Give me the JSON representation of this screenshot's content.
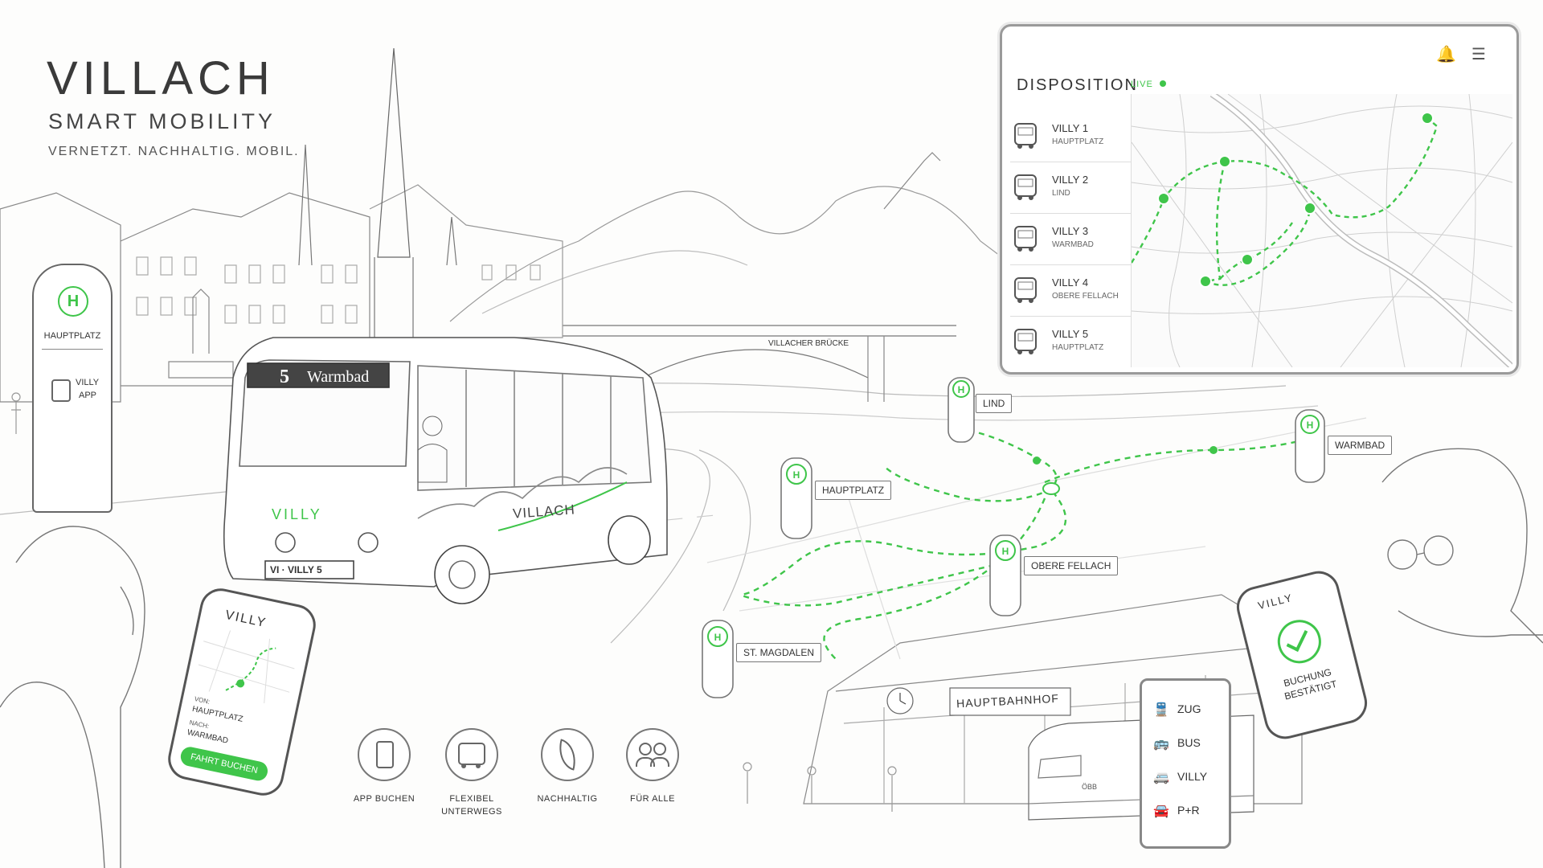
{
  "brand": {
    "title": "VILLACH",
    "subtitle": "SMART MOBILITY",
    "tagline": "VERNETZT. NACHHALTIG. MOBIL."
  },
  "colors": {
    "accent": "#3fc54a",
    "line": "#555555",
    "paper": "#fdfdfc"
  },
  "stop_sign": {
    "label": "HAUPTPLATZ",
    "app_label": "VILLY",
    "app_sub": "APP",
    "icon": "haltestelle-h-icon"
  },
  "bus": {
    "route_number": "5",
    "destination": "Warmbad",
    "brand": "VILLY",
    "side_text": "VILLACH",
    "plate": "VI · VILLY 5"
  },
  "bridge_label": "VILLACHER BRÜCKE",
  "stops": [
    {
      "name": "LIND"
    },
    {
      "name": "WARMBAD"
    },
    {
      "name": "HAUPTPLATZ"
    },
    {
      "name": "OBERE FELLACH"
    },
    {
      "name": "ST. MAGDALEN"
    }
  ],
  "station_label": "HAUPTBAHNHOF",
  "train_label": "ÖBB",
  "dispatch": {
    "title": "DISPOSITION",
    "live": "LIVE",
    "icons": [
      "bell-icon",
      "menu-icon"
    ],
    "vehicles": [
      {
        "name": "VILLY 1",
        "location": "HAUPTPLATZ"
      },
      {
        "name": "VILLY 2",
        "location": "LIND"
      },
      {
        "name": "VILLY 3",
        "location": "WARMBAD"
      },
      {
        "name": "VILLY 4",
        "location": "OBERE FELLACH"
      },
      {
        "name": "VILLY 5",
        "location": "HAUPTPLATZ"
      }
    ]
  },
  "phone_left": {
    "title": "VILLY",
    "from_label": "VON:",
    "from_value": "HAUPTPLATZ",
    "to_label": "NACH:",
    "to_value": "WARMBAD",
    "button": "FAHRT BUCHEN"
  },
  "phone_right": {
    "title": "VILLY",
    "status_line1": "BUCHUNG",
    "status_line2": "BESTÄTIGT"
  },
  "features": [
    {
      "label1": "APP BUCHEN",
      "label2": "",
      "icon": "smartphone-icon"
    },
    {
      "label1": "FLEXIBEL",
      "label2": "UNTERWEGS",
      "icon": "bus-icon"
    },
    {
      "label1": "NACHHALTIG",
      "label2": "",
      "icon": "leaf-icon"
    },
    {
      "label1": "FÜR ALLE",
      "label2": "",
      "icon": "people-icon"
    }
  ],
  "modes": [
    {
      "label": "ZUG",
      "icon": "train-icon"
    },
    {
      "label": "BUS",
      "icon": "bus-icon"
    },
    {
      "label": "VILLY",
      "icon": "minibus-icon"
    },
    {
      "label": "P+R",
      "icon": "park-ride-icon"
    }
  ]
}
